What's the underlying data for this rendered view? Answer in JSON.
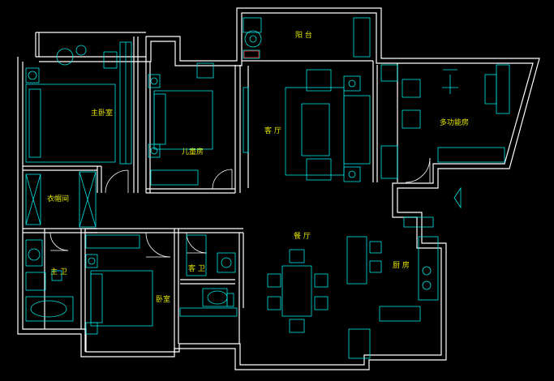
{
  "colors": {
    "wall": "#ffffff",
    "furniture": "#00e5e5",
    "label": "#e8e800",
    "accent_red": "#ff2020",
    "background": "#000000"
  },
  "rooms": {
    "balcony": "阳 台",
    "master_bedroom": "主卧室",
    "kids_room": "儿童房",
    "living_room": "客 厅",
    "multi_room": "多功能房",
    "closet": "衣帽间",
    "dining": "餐 厅",
    "master_bath": "主 卫",
    "bedroom": "卧室",
    "guest_bath": "客 卫",
    "kitchen": "厨 房"
  }
}
